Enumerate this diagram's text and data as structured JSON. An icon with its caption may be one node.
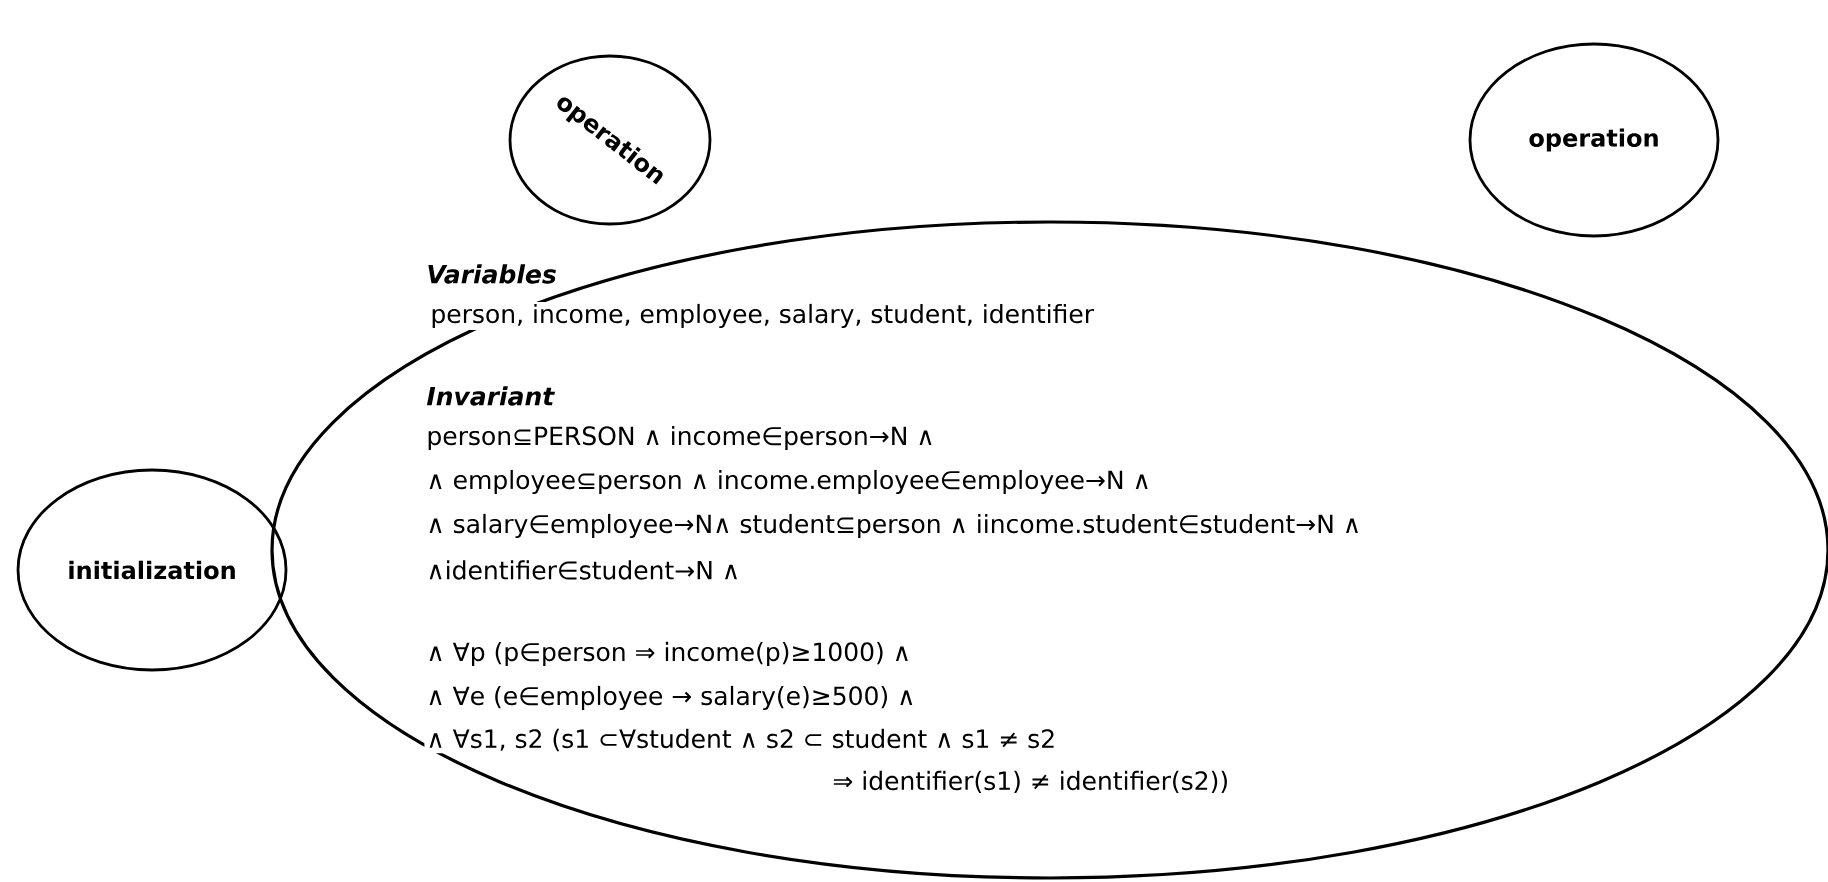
{
  "diagram": {
    "nodes": [
      {
        "text": [
          "Variables",
          "person, income, employee, salary, student, identifier",
          "Invariant",
          "person⊆PERSON ∧ income∈person→N ∧",
          "∧ employee⊆person ∧ income.employee∈employee→N ∧",
          "∧ salary∈employee→N∧ student⊆person ∧ iincome.student∈student→N ∧",
          "∧identifier∈student→N ∧",
          "∧ ∀p (p∈person ⇒ income(p)≥1000) ∧",
          "∧ ∀e (e∈employee → salary(e)≥500) ∧",
          "∧ ∀s1, s2 (s1 ⊂∀student ∧ s2 ⊂ student ∧ s1 ≠ s2",
          "⇒ identifier(s1) ≠ identifier(s2))"
        ]
      },
      {
        "text": [
          "operation"
        ]
      },
      {
        "text": [
          "operation"
        ]
      },
      {
        "text": [
          "initialization"
        ]
      }
    ]
  }
}
